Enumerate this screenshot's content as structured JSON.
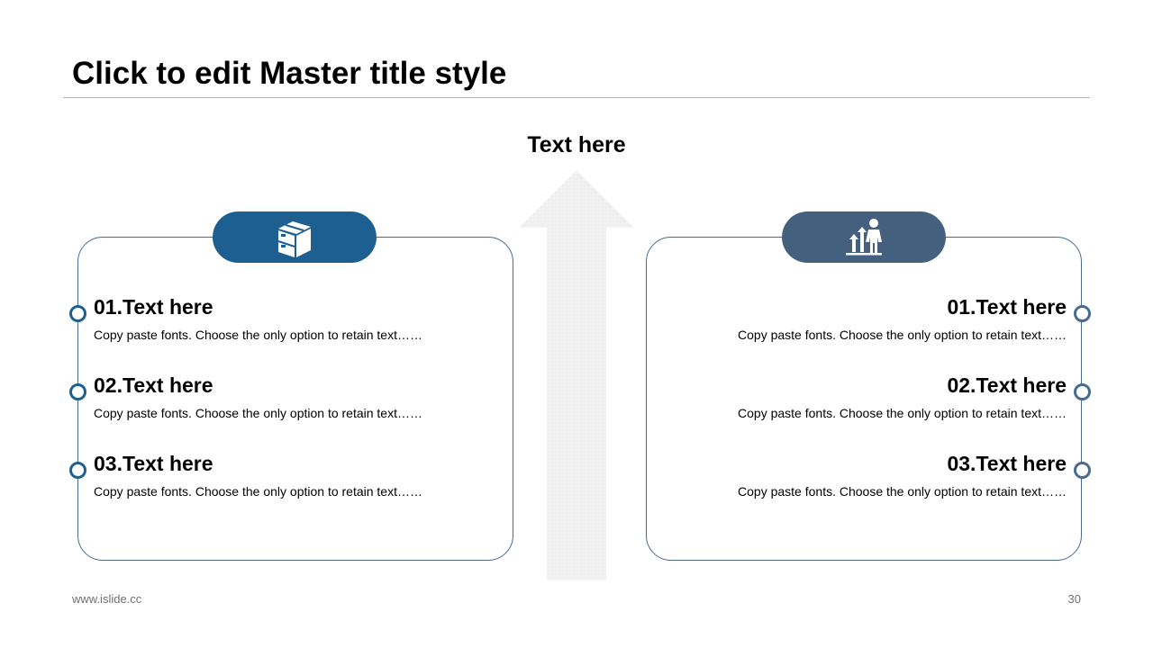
{
  "slide": {
    "title": "Click to edit Master title style",
    "center_heading": "Text here"
  },
  "left_panel": {
    "icon": "boxes-icon",
    "items": [
      {
        "title": "01.Text here",
        "desc": "Copy paste fonts. Choose the only option to retain text……"
      },
      {
        "title": "02.Text here",
        "desc": "Copy paste fonts. Choose the only option to retain text……"
      },
      {
        "title": "03.Text here",
        "desc": "Copy paste fonts. Choose the only option to retain text……"
      }
    ]
  },
  "right_panel": {
    "icon": "person-growth-icon",
    "items": [
      {
        "title": "01.Text here",
        "desc": "Copy paste fonts. Choose the only option to retain text……"
      },
      {
        "title": "02.Text here",
        "desc": "Copy paste fonts. Choose the only option to retain text……"
      },
      {
        "title": "03.Text here",
        "desc": "Copy paste fonts. Choose the only option to retain text……"
      }
    ]
  },
  "footer": {
    "url": "www.islide.cc",
    "page_number": "30"
  },
  "colors": {
    "accent_left": "#1e5f91",
    "accent_right": "#455f7e",
    "arrow": "#efefef"
  }
}
